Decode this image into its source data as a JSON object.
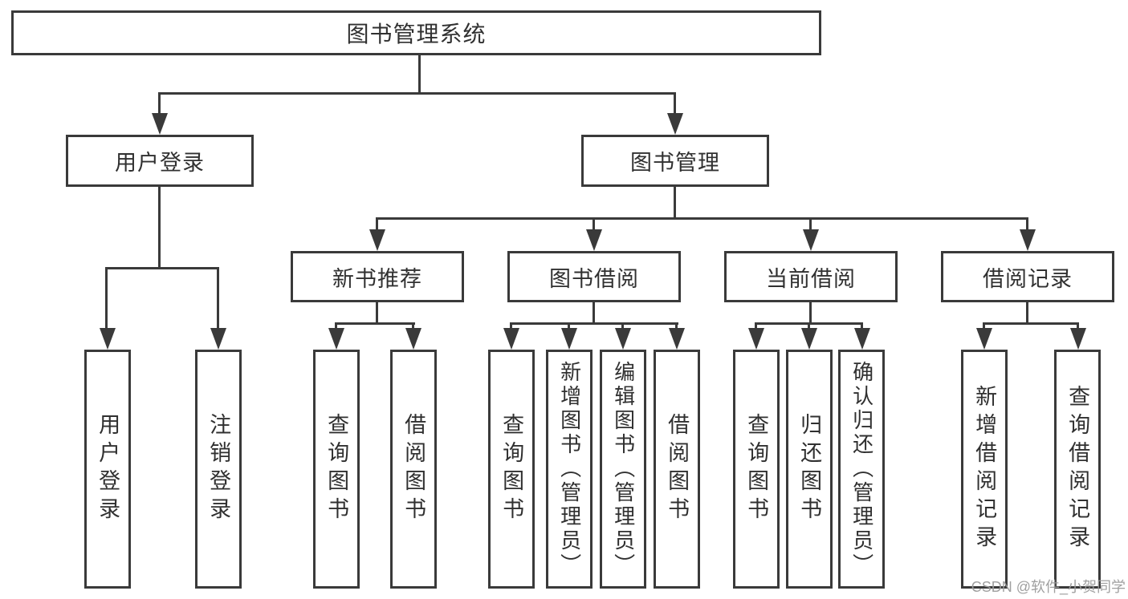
{
  "diagram": {
    "title": "图书管理系统",
    "level2": [
      {
        "label": "用户登录"
      },
      {
        "label": "图书管理"
      }
    ],
    "level3": [
      {
        "label": "新书推荐"
      },
      {
        "label": "图书借阅"
      },
      {
        "label": "当前借阅"
      },
      {
        "label": "借阅记录"
      }
    ],
    "leaves": {
      "user_login": [
        "用户登录",
        "注销登录"
      ],
      "new_book_rec": [
        "查询图书",
        "借阅图书"
      ],
      "book_borrow": [
        "查询图书",
        "新增图书（管理员）",
        "编辑图书（管理员）",
        "借阅图书"
      ],
      "current_borrow": [
        "查询图书",
        "归还图书",
        "确认归还（管理员）"
      ],
      "borrow_records": [
        "新增借阅记录",
        "查询借阅记录"
      ]
    }
  },
  "watermark": {
    "text": "CSDN @软件_小贺同学"
  },
  "colors": {
    "line": "#3a3a3a",
    "text": "#303030",
    "box_bg": "#ffffff",
    "page_bg": "#ffffff",
    "watermark": "#9b9b9b"
  }
}
